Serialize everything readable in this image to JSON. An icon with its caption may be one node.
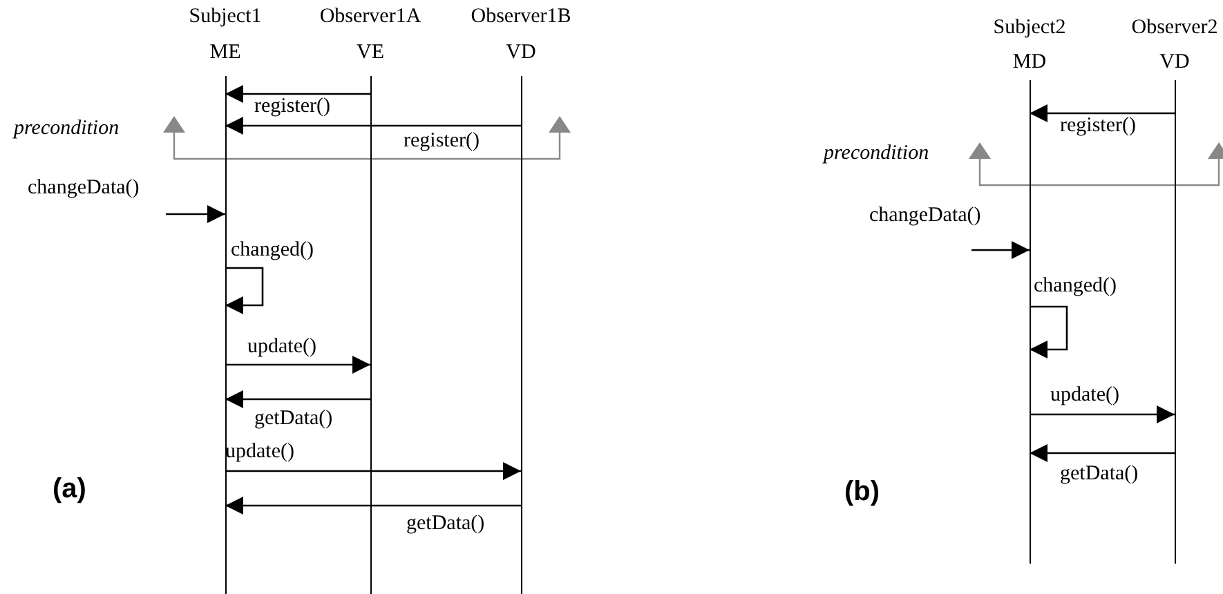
{
  "diagram": {
    "nodes": [
      {
        "text": [
          "Subject1",
          "ME"
        ]
      },
      {
        "text": [
          "Observer1A",
          "VE"
        ]
      },
      {
        "text": [
          "Observer1B",
          "VD"
        ]
      },
      {
        "text": [
          "Subject2",
          "MD"
        ]
      },
      {
        "text": [
          "Observer2",
          "VD"
        ]
      }
    ],
    "edges": [
      {
        "from": 1,
        "to": 0,
        "arrow": "to",
        "label": "register()"
      },
      {
        "from": 2,
        "to": 0,
        "arrow": "to",
        "label": "register()"
      },
      {
        "from": null,
        "to": 0,
        "arrow": "to",
        "label": "changeData()"
      },
      {
        "from": 0,
        "to": 0,
        "arrow": "to",
        "label": "changed()"
      },
      {
        "from": 0,
        "to": 1,
        "arrow": "to",
        "label": "update()"
      },
      {
        "from": 1,
        "to": 0,
        "arrow": "to",
        "label": "getData()"
      },
      {
        "from": 0,
        "to": 2,
        "arrow": "to",
        "label": "update()"
      },
      {
        "from": 2,
        "to": 0,
        "arrow": "to",
        "label": "getData()"
      },
      {
        "from": 4,
        "to": 3,
        "arrow": "to",
        "label": "register()"
      },
      {
        "from": null,
        "to": 3,
        "arrow": "to",
        "label": "changeData()"
      },
      {
        "from": 3,
        "to": 3,
        "arrow": "to",
        "label": "changed()"
      },
      {
        "from": 3,
        "to": 4,
        "arrow": "to",
        "label": "update()"
      },
      {
        "from": 4,
        "to": 3,
        "arrow": "to",
        "label": "getData()"
      }
    ],
    "labels": [
      "precondition",
      "(a)",
      "precondition",
      "(b)"
    ]
  }
}
